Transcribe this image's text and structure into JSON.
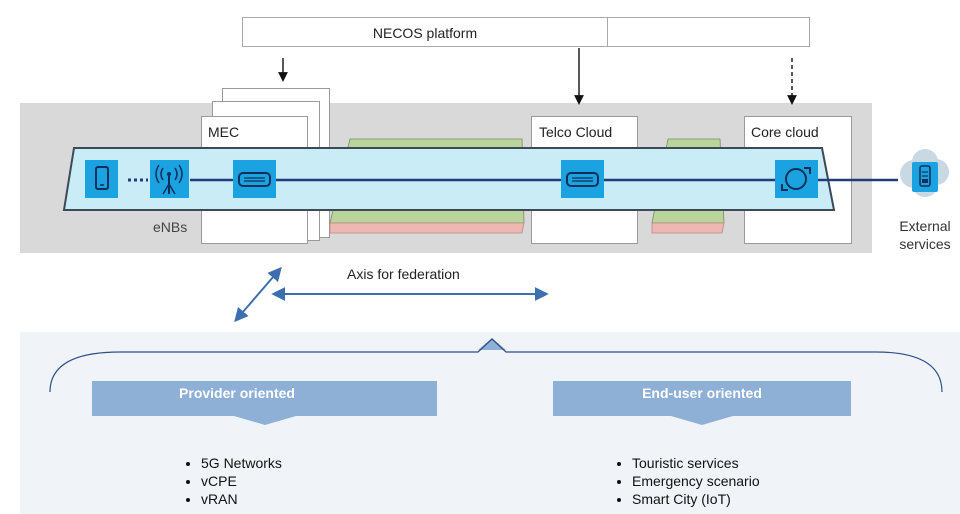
{
  "platform": {
    "label": "NECOS platform"
  },
  "boxes": {
    "mec": "MEC",
    "telco": "Telco Cloud",
    "core": "Core cloud"
  },
  "labels": {
    "enbs": "eNBs",
    "external": "External services",
    "federation": "Axis for federation"
  },
  "colors": {
    "slice_fill": "#c9ecf6",
    "slice_border": "#3b4a56",
    "icon_bg": "#1aa3e0",
    "link": "#223b7a",
    "header_fill": "#8fb0d6",
    "band_gray": "#d9d9d9",
    "green": "#b9d59a",
    "pink": "#eeb7b2"
  },
  "left_panel": {
    "title": "Provider oriented",
    "items": [
      "5G Networks",
      "vCPE",
      "vRAN"
    ]
  },
  "right_panel": {
    "title": "End-user oriented",
    "items": [
      "Touristic services",
      "Emergency scenario",
      "Smart City (IoT)"
    ]
  }
}
